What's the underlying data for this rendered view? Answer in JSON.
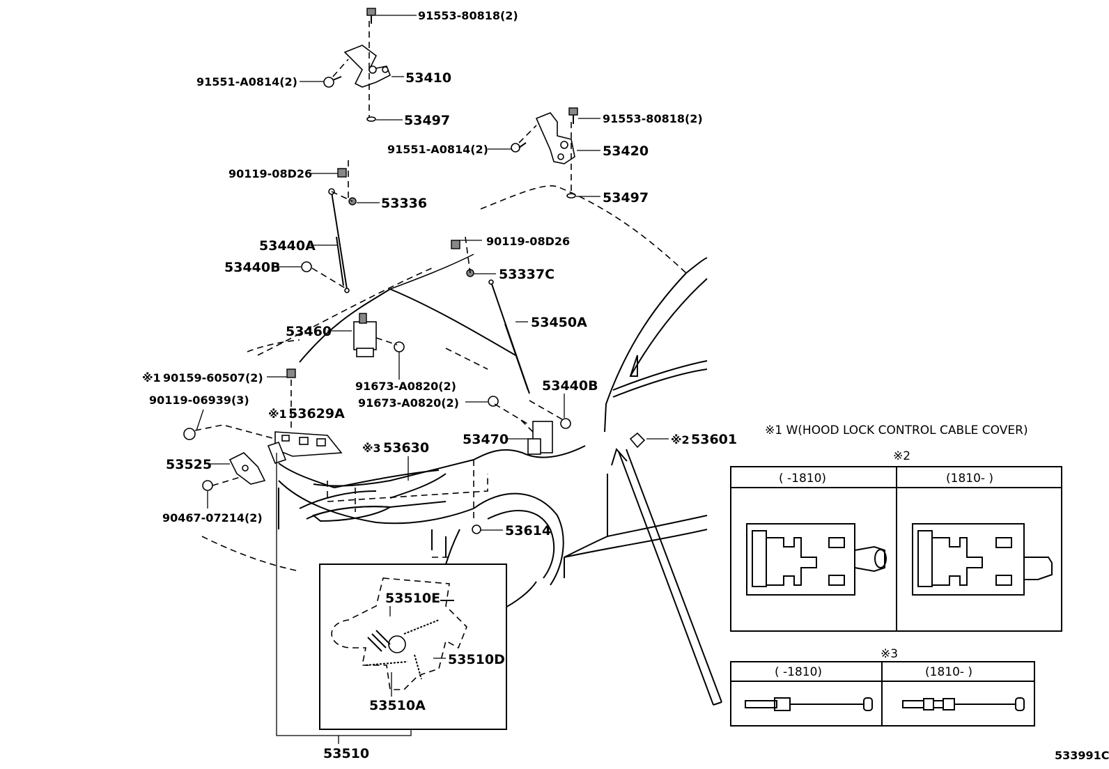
{
  "parts": {
    "p91553_top": "91553-80818(2)",
    "p53410": "53410",
    "p91551_left": "91551-A0814(2)",
    "p53497_top": "53497",
    "p91553_right": "91553-80818(2)",
    "p91551_right": "91551-A0814(2)",
    "p53420": "53420",
    "p53497_right": "53497",
    "p90119_left": "90119-08D26",
    "p53336": "53336",
    "p53440A": "53440A",
    "p53440B_left": "53440B",
    "p90119_right": "90119-08D26",
    "p53337C": "53337C",
    "p53450A": "53450A",
    "p53460": "53460",
    "p91673_a": "91673-A0820(2)",
    "p90159": "90159-60507(2)",
    "p90119_06939": "90119-06939(3)",
    "p53629A": "53629A",
    "p53440B_right": "53440B",
    "p91673_b": "91673-A0820(2)",
    "p53470": "53470",
    "p53630": "53630",
    "p53601": "53601",
    "p53525": "53525",
    "p90467": "90467-07214(2)",
    "p53614": "53614",
    "p53510E": "53510E",
    "p53510D": "53510D",
    "p53510A": "53510A",
    "p53510": "53510"
  },
  "marks": {
    "m1_90159": "※1",
    "m1_53629A": "※1",
    "m3_53630": "※3",
    "m2_53601": "※2"
  },
  "legend": {
    "note1": "※1 W(HOOD LOCK CONTROL CABLE COVER)",
    "box2_title": "※2",
    "box2_col1": "(      -1810)",
    "box2_col2": "(1810-      )",
    "box3_title": "※3",
    "box3_col1": "(      -1810)",
    "box3_col2": "(1810-      )"
  },
  "diagram_id": "533991C"
}
